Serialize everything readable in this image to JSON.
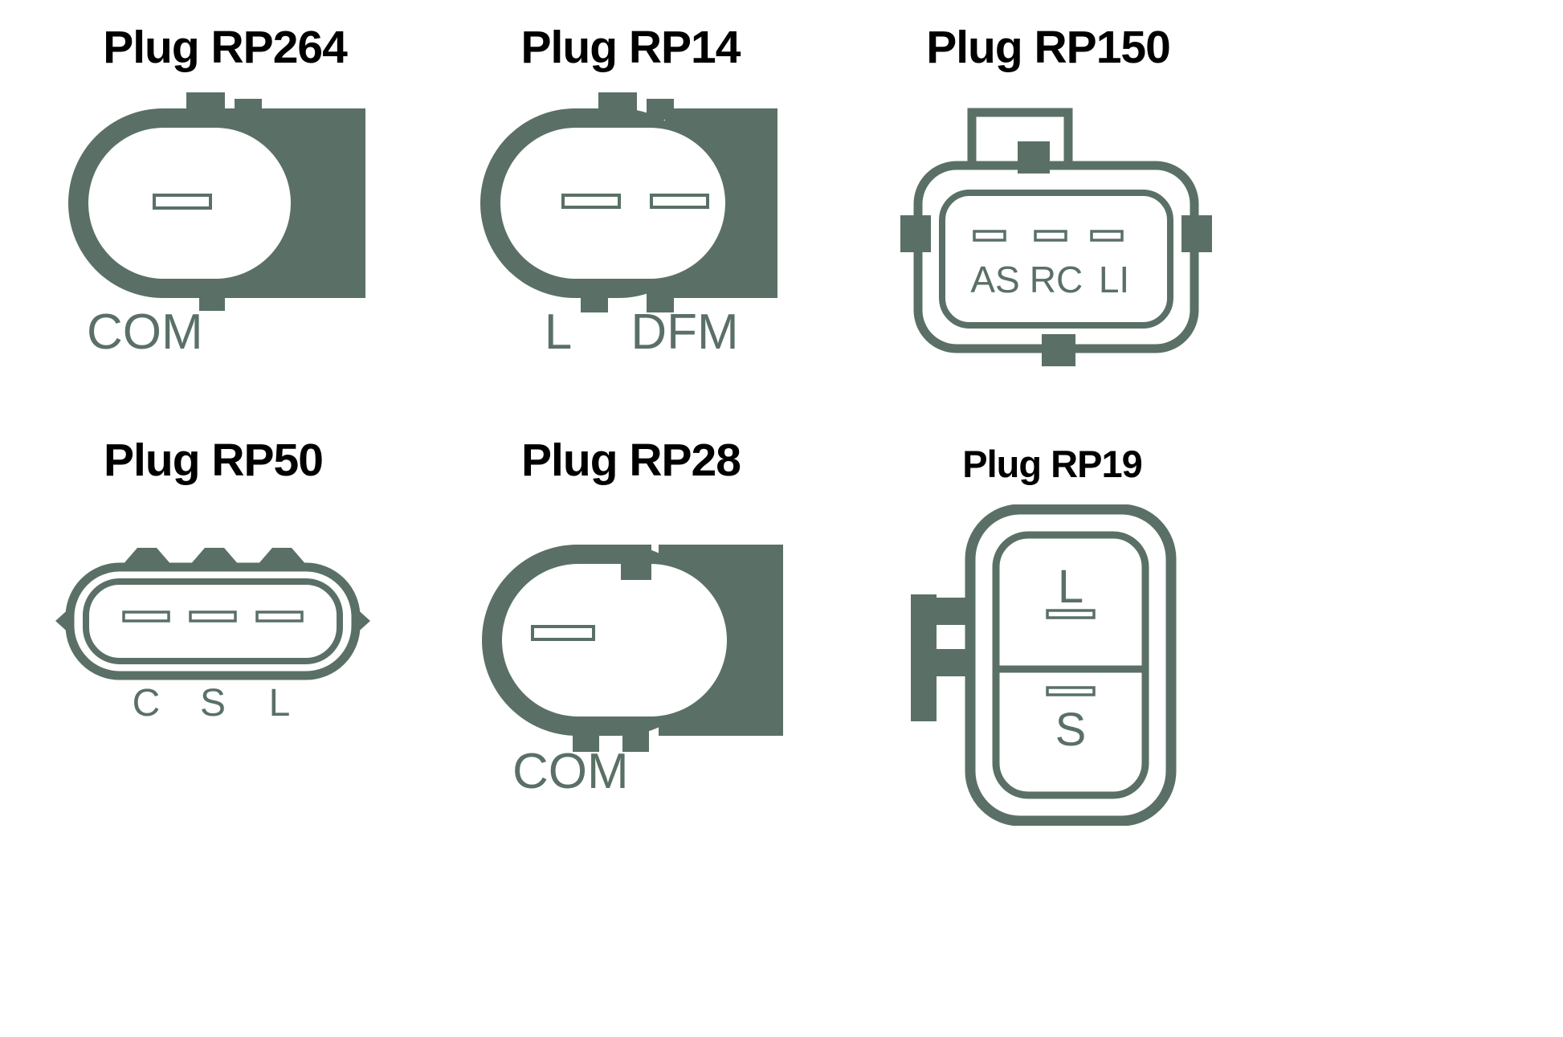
{
  "colors": {
    "shape": "#5a7066",
    "title": "#000000",
    "background": "#ffffff"
  },
  "plugs": [
    {
      "title": "Plug RP264",
      "labels": [
        "COM"
      ]
    },
    {
      "title": "Plug RP14",
      "labels": [
        "L",
        "DFM"
      ]
    },
    {
      "title": "Plug RP150",
      "labels": [
        "AS",
        "RC",
        "LI"
      ]
    },
    {
      "title": "Plug RP50",
      "labels": [
        "C",
        "S",
        "L"
      ]
    },
    {
      "title": "Plug RP28",
      "labels": [
        "COM"
      ]
    },
    {
      "title": "Plug RP19",
      "labels": [
        "L",
        "S"
      ]
    }
  ]
}
